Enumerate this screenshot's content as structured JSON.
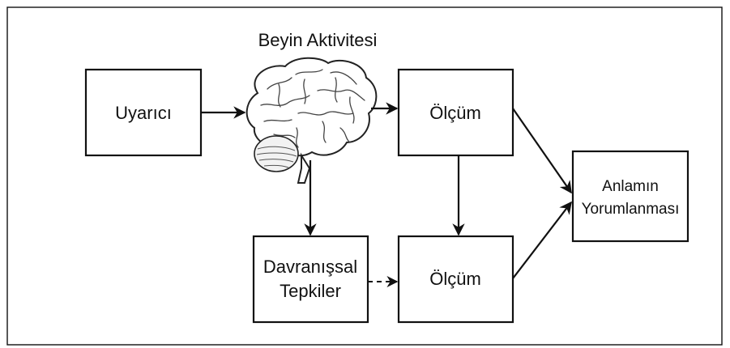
{
  "title": "Beyin Aktivitesi",
  "boxes": {
    "stimulus": "Uyarıcı",
    "measure_top": "Ölçüm",
    "measure_bottom": "Ölçüm",
    "behavior_line1": "Davranışsal",
    "behavior_line2": "Tepkiler",
    "meaning_line1": "Anlamın",
    "meaning_line2": "Yorumlanması"
  },
  "icons": [
    "brain-icon"
  ]
}
